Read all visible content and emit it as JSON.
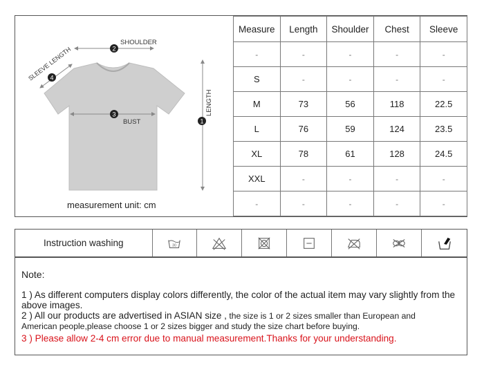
{
  "diagram": {
    "shoulder_label": "SHOULDER",
    "sleeve_label": "SLEEVE LENGTH",
    "bust_label": "BUST",
    "length_label": "LENGTH",
    "markers": [
      "1",
      "2",
      "3",
      "4"
    ],
    "unit_label": "measurement unit: cm"
  },
  "size_table": {
    "headers": [
      "Measure",
      "Length",
      "Shoulder",
      "Chest",
      "Sleeve"
    ],
    "rows": [
      [
        "-",
        "-",
        "-",
        "-",
        "-"
      ],
      [
        "S",
        "-",
        "-",
        "-",
        "-"
      ],
      [
        "M",
        "73",
        "56",
        "118",
        "22.5"
      ],
      [
        "L",
        "76",
        "59",
        "124",
        "23.5"
      ],
      [
        "XL",
        "78",
        "61",
        "128",
        "24.5"
      ],
      [
        "XXL",
        "-",
        "-",
        "-",
        "-"
      ],
      [
        "-",
        "-",
        "-",
        "-",
        "-"
      ]
    ]
  },
  "washing": {
    "label": "Instruction washing",
    "icons": [
      "hand-wash-icon",
      "no-bleach-icon",
      "no-tumble-dry-icon",
      "dry-flat-icon",
      "iron-low-icon",
      "no-dry-clean-icon",
      "wash-basin-icon"
    ]
  },
  "notes": {
    "title": "Note:",
    "line1": "1 ) As different computers display colors differently, the color of the actual item may vary slightly from the above images.",
    "line2a": "2 ) All our products are advertised in ASIAN size ,",
    "line2b": " the size is 1 or 2 sizes smaller than European and",
    "line2c": "American people,please choose 1 or 2 sizes bigger and study the size chart before buying.",
    "line3": "3 ) Please allow 2-4 cm error due to manual measurement.Thanks for your understanding."
  }
}
